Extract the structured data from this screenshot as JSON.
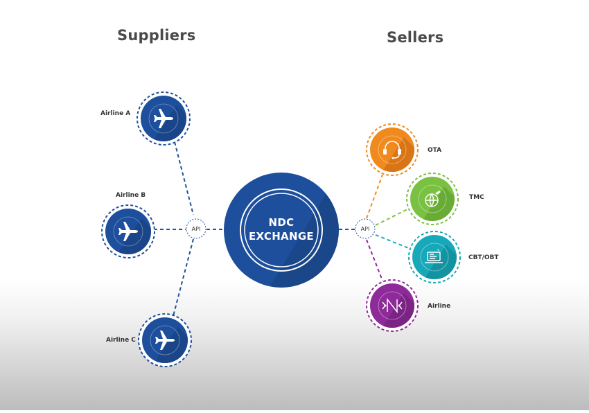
{
  "headings": {
    "suppliers": "Suppliers",
    "sellers": "Sellers"
  },
  "hub": {
    "line1": "NDC",
    "line2": "EXCHANGE"
  },
  "api": {
    "left": "API",
    "right": "API"
  },
  "suppliers": [
    {
      "label": "Airline A",
      "icon": "airplane-icon",
      "color": "#1e4f9c"
    },
    {
      "label": "Airline B",
      "icon": "airplane-icon",
      "color": "#1e4f9c"
    },
    {
      "label": "Airline C",
      "icon": "airplane-icon",
      "color": "#1e4f9c"
    }
  ],
  "sellers": [
    {
      "label": "OTA",
      "icon": "headset-icon",
      "color": "#f08a1f"
    },
    {
      "label": "TMC",
      "icon": "globe-plane-icon",
      "color": "#7ac142"
    },
    {
      "label": "CBT/OBT",
      "icon": "laptop-icon",
      "color": "#17a8b9"
    },
    {
      "label": "Airline",
      "icon": "ndc-logo-icon",
      "color": "#8e2a99"
    }
  ],
  "colors": {
    "supplier_blue": "#1e4f9c",
    "hub_blue": "#1d4f9c",
    "heading": "#4b4b4b"
  }
}
